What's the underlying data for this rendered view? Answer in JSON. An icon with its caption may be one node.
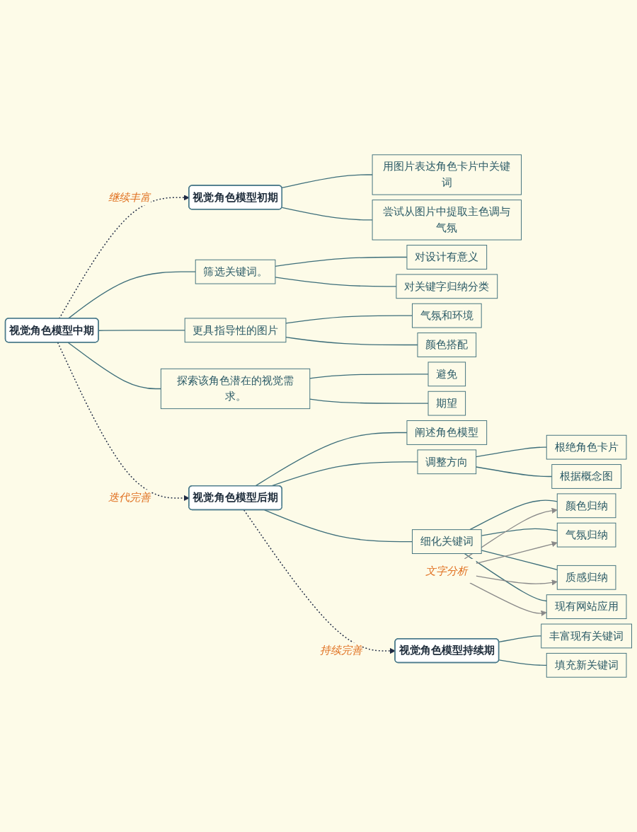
{
  "diagram": {
    "nodes": [
      {
        "text": [
          "视觉角色模型初期"
        ]
      },
      {
        "text": [
          "用图片表达角色卡片中关键词"
        ]
      },
      {
        "text": [
          "尝试从图片中提取主色调与气氛"
        ]
      },
      {
        "text": [
          "视觉角色模型中期"
        ]
      },
      {
        "text": [
          "筛选关键词。"
        ]
      },
      {
        "text": [
          "对设计有意义"
        ]
      },
      {
        "text": [
          "对关键字归纳分类"
        ]
      },
      {
        "text": [
          "更具指导性的图片"
        ]
      },
      {
        "text": [
          "气氛和环境"
        ]
      },
      {
        "text": [
          "颜色搭配"
        ]
      },
      {
        "text": [
          "探索该角色潜在的视觉需求。"
        ]
      },
      {
        "text": [
          "避免"
        ]
      },
      {
        "text": [
          "期望"
        ]
      },
      {
        "text": [
          "视觉角色模型后期"
        ]
      },
      {
        "text": [
          "阐述角色模型"
        ]
      },
      {
        "text": [
          "调整方向"
        ]
      },
      {
        "text": [
          "根绝角色卡片"
        ]
      },
      {
        "text": [
          "根据概念图"
        ]
      },
      {
        "text": [
          "细化关键词"
        ]
      },
      {
        "text": [
          "颜色归纳"
        ]
      },
      {
        "text": [
          "气氛归纳"
        ]
      },
      {
        "text": [
          "质感归纳"
        ]
      },
      {
        "text": [
          "现有网站应用"
        ]
      },
      {
        "text": [
          "视觉角色模型持续期"
        ]
      },
      {
        "text": [
          "丰富现有关键词"
        ]
      },
      {
        "text": [
          "填充新关键词"
        ]
      },
      {
        "text": [
          "文字分析"
        ]
      }
    ],
    "edges": [
      {
        "from": 0,
        "to": 1,
        "arrow": "none"
      },
      {
        "from": 0,
        "to": 2,
        "arrow": "none"
      },
      {
        "from": 3,
        "to": 0,
        "arrow": "to",
        "label": "继续丰富",
        "style": "dashed",
        "color": "#1f2a44"
      },
      {
        "from": 3,
        "to": 4,
        "arrow": "none"
      },
      {
        "from": 4,
        "to": 5,
        "arrow": "none"
      },
      {
        "from": 4,
        "to": 6,
        "arrow": "none"
      },
      {
        "from": 3,
        "to": 7,
        "arrow": "none"
      },
      {
        "from": 7,
        "to": 8,
        "arrow": "none"
      },
      {
        "from": 7,
        "to": 9,
        "arrow": "none"
      },
      {
        "from": 3,
        "to": 10,
        "arrow": "none"
      },
      {
        "from": 10,
        "to": 11,
        "arrow": "none"
      },
      {
        "from": 10,
        "to": 12,
        "arrow": "none"
      },
      {
        "from": 3,
        "to": 13,
        "arrow": "to",
        "label": "迭代完善",
        "style": "dashed",
        "color": "#1f2a44"
      },
      {
        "from": 13,
        "to": 14,
        "arrow": "none"
      },
      {
        "from": 13,
        "to": 15,
        "arrow": "none"
      },
      {
        "from": 15,
        "to": 16,
        "arrow": "none"
      },
      {
        "from": 15,
        "to": 17,
        "arrow": "none"
      },
      {
        "from": 13,
        "to": 18,
        "arrow": "none"
      },
      {
        "from": 18,
        "to": 19,
        "arrow": "none"
      },
      {
        "from": 18,
        "to": 20,
        "arrow": "none"
      },
      {
        "from": 18,
        "to": 21,
        "arrow": "none"
      },
      {
        "from": 18,
        "to": 22,
        "arrow": "none"
      },
      {
        "from": 13,
        "to": 23,
        "arrow": "to",
        "label": "持续完善",
        "style": "dashed",
        "color": "#1f2a44"
      },
      {
        "from": 23,
        "to": 24,
        "arrow": "none"
      },
      {
        "from": 23,
        "to": 25,
        "arrow": "none"
      },
      {
        "from": 26,
        "to": 19,
        "arrow": "to",
        "color": "#8a8a8a"
      },
      {
        "from": 26,
        "to": 20,
        "arrow": "to",
        "color": "#8a8a8a"
      },
      {
        "from": 26,
        "to": 21,
        "arrow": "to",
        "color": "#8a8a8a"
      },
      {
        "from": 26,
        "to": 22,
        "arrow": "to",
        "color": "#8a8a8a"
      }
    ]
  }
}
